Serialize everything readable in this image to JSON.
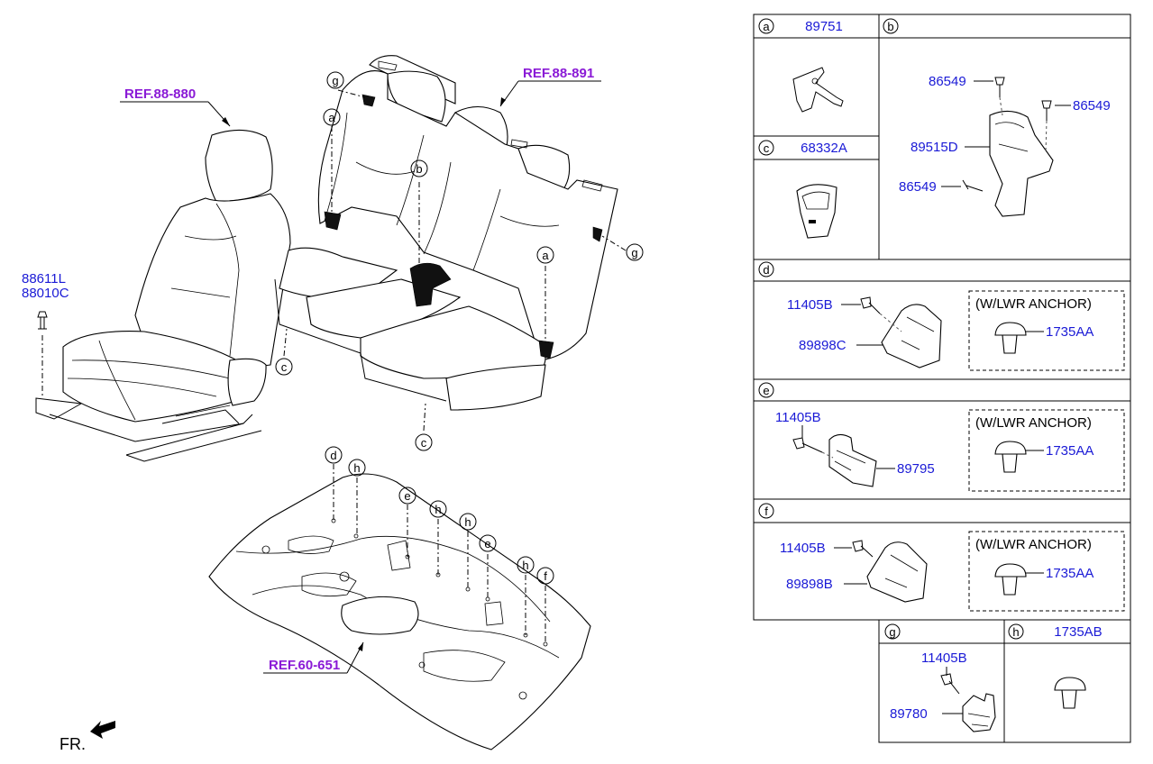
{
  "references": {
    "front_seat": "REF.88-880",
    "rear_seat": "REF.88-891",
    "floor_panel": "REF.60-651"
  },
  "left_parts": {
    "line1": "88611L",
    "line2": "88010C"
  },
  "callouts": {
    "a": "a",
    "b": "b",
    "c": "c",
    "d": "d",
    "e": "e",
    "f": "f",
    "g": "g",
    "h": "h"
  },
  "direction_label": "FR.",
  "table": {
    "a": {
      "letter": "a",
      "part": "89751"
    },
    "b": {
      "letter": "b",
      "parts": [
        "86549",
        "86549",
        "89515D",
        "86549"
      ]
    },
    "c": {
      "letter": "c",
      "part": "68332A"
    },
    "d": {
      "letter": "d",
      "bolt": "11405B",
      "part": "89898C",
      "option_title": "(W/LWR ANCHOR)",
      "option_part": "1735AA"
    },
    "e": {
      "letter": "e",
      "bolt": "11405B",
      "part": "89795",
      "option_title": "(W/LWR ANCHOR)",
      "option_part": "1735AA"
    },
    "f": {
      "letter": "f",
      "bolt": "11405B",
      "part": "89898B",
      "option_title": "(W/LWR ANCHOR)",
      "option_part": "1735AA"
    },
    "g": {
      "letter": "g",
      "bolt": "11405B",
      "part": "89780"
    },
    "h": {
      "letter": "h",
      "part": "1735AB"
    }
  }
}
